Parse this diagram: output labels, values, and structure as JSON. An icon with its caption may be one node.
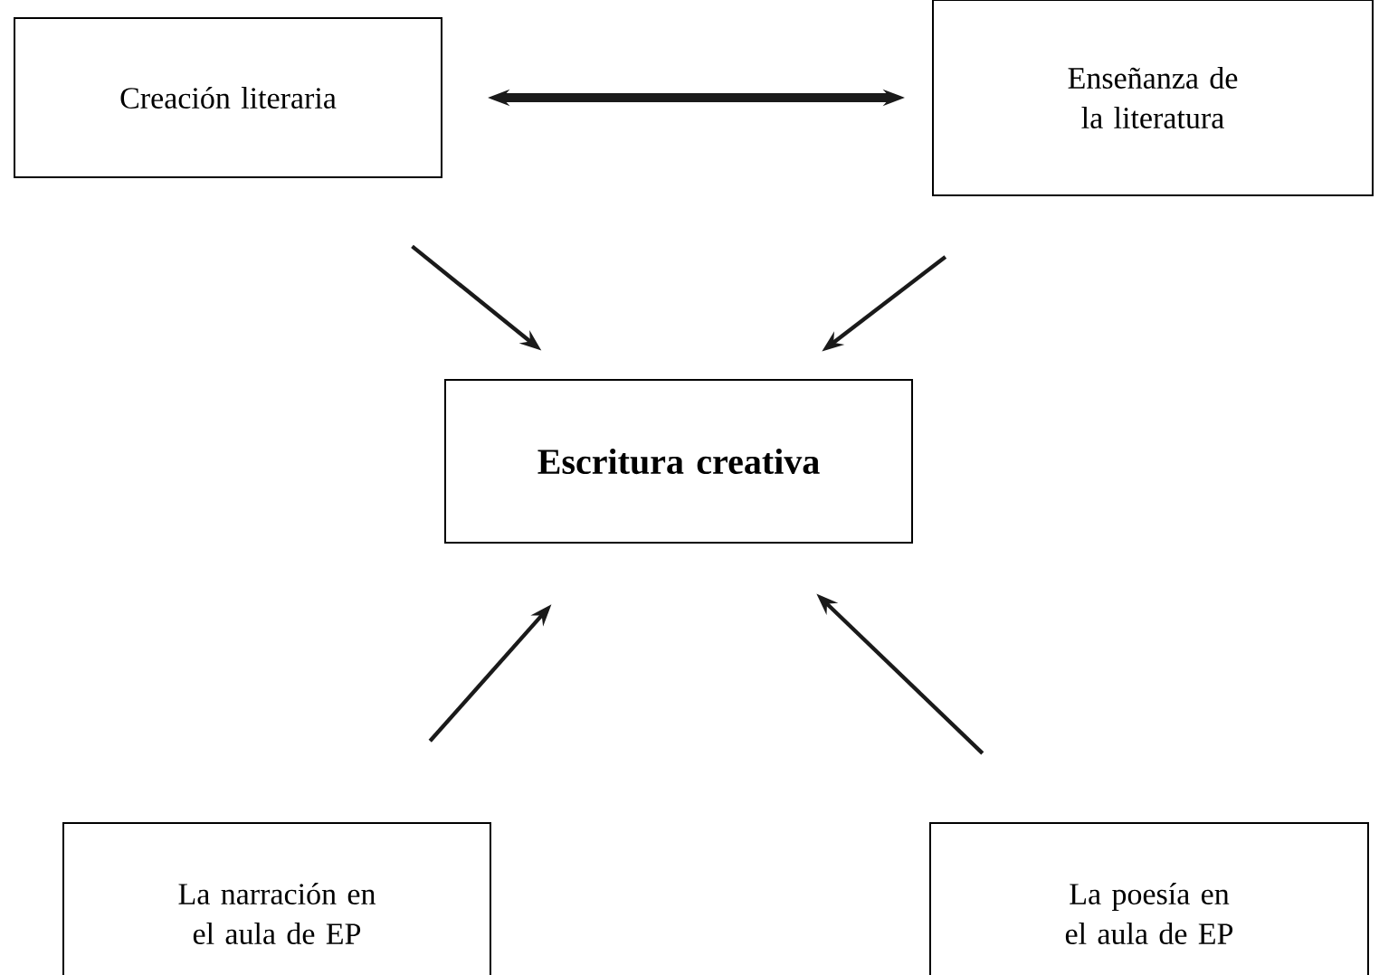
{
  "diagram": {
    "nodes": [
      {
        "text": [
          "Creación literaria"
        ]
      },
      {
        "text": [
          "Enseñanza de la literatura"
        ]
      },
      {
        "text": [
          "Escritura creativa"
        ]
      },
      {
        "text": [
          "La narración en el aula de EP"
        ]
      },
      {
        "text": [
          "La poesía en el aula de EP"
        ]
      }
    ],
    "edges": [
      {
        "from": 0,
        "to": 1,
        "arrow": "both",
        "style": "thick"
      },
      {
        "from": 0,
        "to": 2,
        "arrow": "to"
      },
      {
        "from": 1,
        "to": 2,
        "arrow": "to"
      },
      {
        "from": 3,
        "to": 2,
        "arrow": "to"
      },
      {
        "from": 4,
        "to": 2,
        "arrow": "to"
      }
    ]
  }
}
